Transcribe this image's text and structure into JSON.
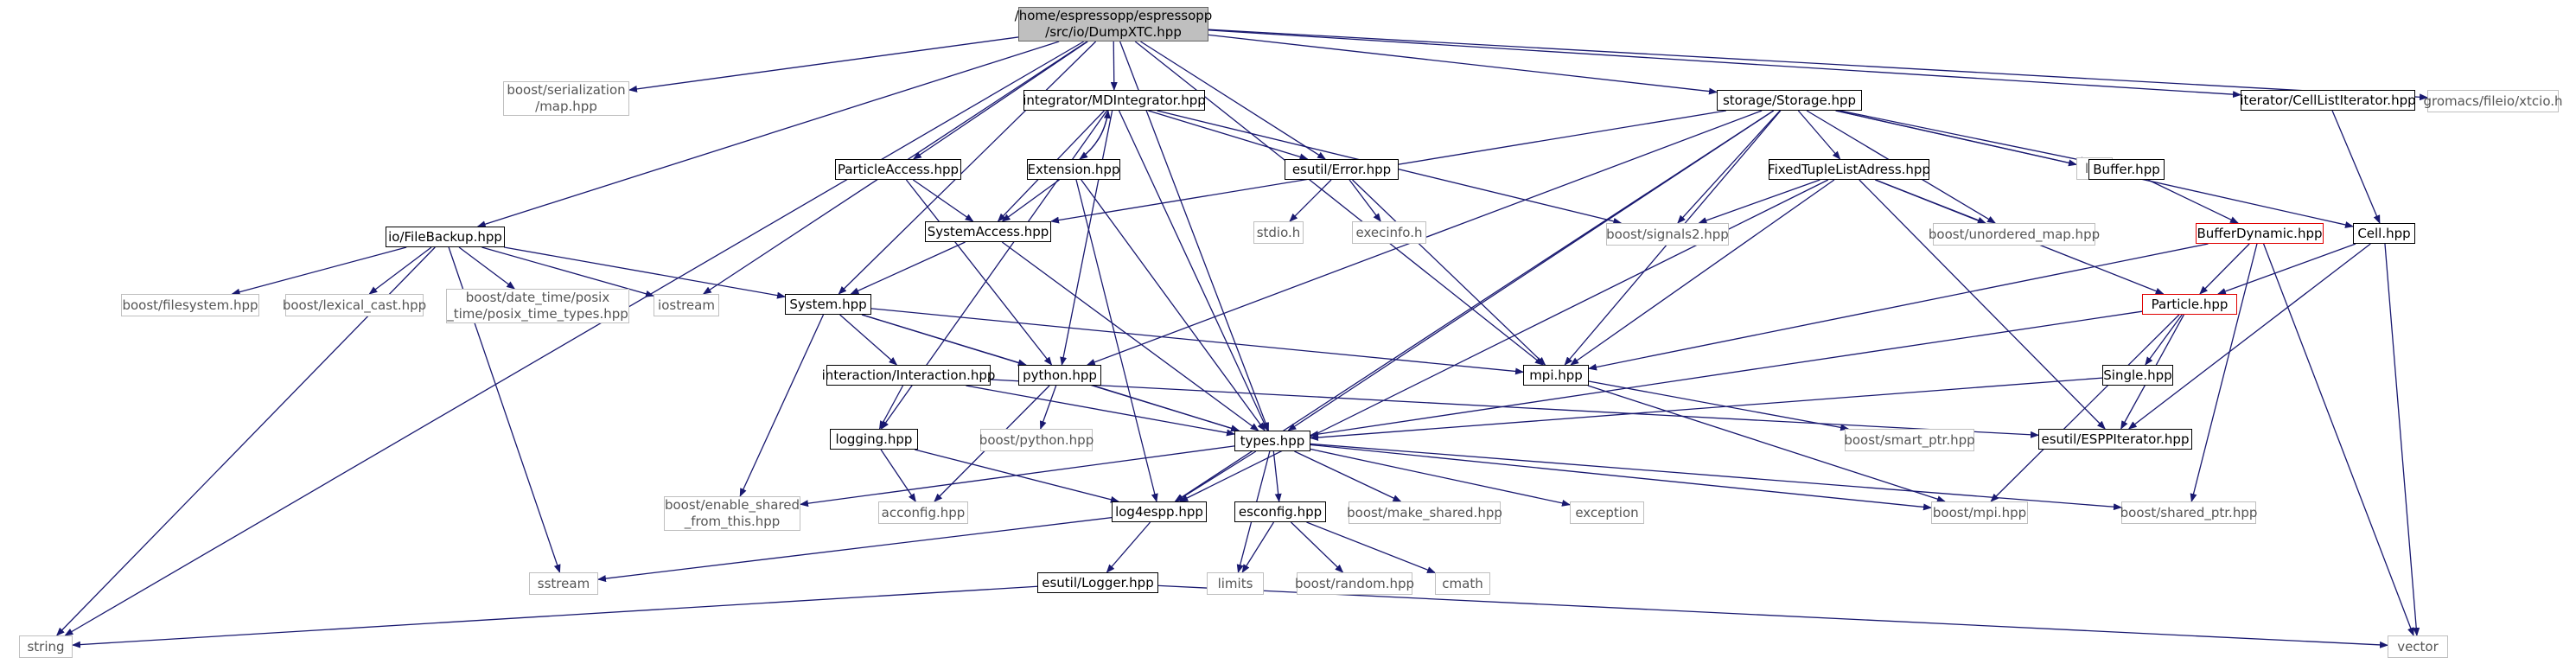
{
  "nodes": [
    {
      "id": "dumpxtc",
      "label": "/home/espressopp/espressopp\n/src/io/DumpXTC.hpp",
      "kind": "root"
    },
    {
      "id": "string",
      "label": "string",
      "kind": "ext"
    },
    {
      "id": "boost_serialization_map",
      "label": "boost/serialization\n/map.hpp",
      "kind": "ext"
    },
    {
      "id": "io_filebackup",
      "label": "io/FileBackup.hpp",
      "kind": "local"
    },
    {
      "id": "integrator_md",
      "label": "integrator/MDIntegrator.hpp",
      "kind": "local"
    },
    {
      "id": "particleaccess",
      "label": "ParticleAccess.hpp",
      "kind": "local"
    },
    {
      "id": "extension",
      "label": "Extension.hpp",
      "kind": "local"
    },
    {
      "id": "systemaccess",
      "label": "SystemAccess.hpp",
      "kind": "local"
    },
    {
      "id": "esutil_error",
      "label": "esutil/Error.hpp",
      "kind": "local"
    },
    {
      "id": "stdio",
      "label": "stdio.h",
      "kind": "ext"
    },
    {
      "id": "execinfo",
      "label": "execinfo.h",
      "kind": "ext"
    },
    {
      "id": "storage",
      "label": "storage/Storage.hpp",
      "kind": "local"
    },
    {
      "id": "fixedtuple",
      "label": "FixedTupleListAdress.hpp",
      "kind": "local"
    },
    {
      "id": "list",
      "label": "list",
      "kind": "ext"
    },
    {
      "id": "buffer",
      "label": "Buffer.hpp",
      "kind": "local"
    },
    {
      "id": "iterator_cell",
      "label": "iterator/CellListIterator.hpp",
      "kind": "local"
    },
    {
      "id": "gromacs",
      "label": "gromacs/fileio/xtcio.h",
      "kind": "ext"
    },
    {
      "id": "boost_signals2",
      "label": "boost/signals2.hpp",
      "kind": "ext"
    },
    {
      "id": "boost_unordered",
      "label": "boost/unordered_map.hpp",
      "kind": "ext"
    },
    {
      "id": "bufferdynamic",
      "label": "BufferDynamic.hpp",
      "kind": "red"
    },
    {
      "id": "cell",
      "label": "Cell.hpp",
      "kind": "local"
    },
    {
      "id": "particle",
      "label": "Particle.hpp",
      "kind": "red"
    },
    {
      "id": "boost_filesystem",
      "label": "boost/filesystem.hpp",
      "kind": "ext"
    },
    {
      "id": "boost_lexical",
      "label": "boost/lexical_cast.hpp",
      "kind": "ext"
    },
    {
      "id": "boost_datetime",
      "label": "boost/date_time/posix\n_time/posix_time_types.hpp",
      "kind": "ext"
    },
    {
      "id": "iostream",
      "label": "iostream",
      "kind": "ext"
    },
    {
      "id": "system",
      "label": "System.hpp",
      "kind": "local"
    },
    {
      "id": "interaction",
      "label": "interaction/Interaction.hpp",
      "kind": "local"
    },
    {
      "id": "python",
      "label": "python.hpp",
      "kind": "local"
    },
    {
      "id": "mpi",
      "label": "mpi.hpp",
      "kind": "local"
    },
    {
      "id": "single",
      "label": "Single.hpp",
      "kind": "local"
    },
    {
      "id": "logging",
      "label": "logging.hpp",
      "kind": "local"
    },
    {
      "id": "boost_python",
      "label": "boost/python.hpp",
      "kind": "ext"
    },
    {
      "id": "types",
      "label": "types.hpp",
      "kind": "local"
    },
    {
      "id": "boost_smart",
      "label": "boost/smart_ptr.hpp",
      "kind": "ext"
    },
    {
      "id": "espp_iterator",
      "label": "esutil/ESPPIterator.hpp",
      "kind": "local"
    },
    {
      "id": "boost_enable_shared",
      "label": "boost/enable_shared\n_from_this.hpp",
      "kind": "ext"
    },
    {
      "id": "acconfig",
      "label": "acconfig.hpp",
      "kind": "ext"
    },
    {
      "id": "log4espp",
      "label": "log4espp.hpp",
      "kind": "local"
    },
    {
      "id": "esconfig",
      "label": "esconfig.hpp",
      "kind": "local"
    },
    {
      "id": "boost_make_shared",
      "label": "boost/make_shared.hpp",
      "kind": "ext"
    },
    {
      "id": "exception",
      "label": "exception",
      "kind": "ext"
    },
    {
      "id": "boost_mpi",
      "label": "boost/mpi.hpp",
      "kind": "ext"
    },
    {
      "id": "boost_shared_ptr",
      "label": "boost/shared_ptr.hpp",
      "kind": "ext"
    },
    {
      "id": "sstream",
      "label": "sstream",
      "kind": "ext"
    },
    {
      "id": "limits",
      "label": "limits",
      "kind": "ext"
    },
    {
      "id": "boost_random",
      "label": "boost/random.hpp",
      "kind": "ext"
    },
    {
      "id": "cmath",
      "label": "cmath",
      "kind": "ext"
    },
    {
      "id": "esutil_logger",
      "label": "esutil/Logger.hpp",
      "kind": "local"
    },
    {
      "id": "vector",
      "label": "vector",
      "kind": "ext"
    }
  ],
  "edges": [
    [
      "dumpxtc",
      "string"
    ],
    [
      "dumpxtc",
      "boost_serialization_map"
    ],
    [
      "dumpxtc",
      "io_filebackup"
    ],
    [
      "dumpxtc",
      "integrator_md"
    ],
    [
      "dumpxtc",
      "particleaccess"
    ],
    [
      "dumpxtc",
      "system"
    ],
    [
      "dumpxtc",
      "iostream"
    ],
    [
      "dumpxtc",
      "esutil_error"
    ],
    [
      "dumpxtc",
      "types"
    ],
    [
      "dumpxtc",
      "storage"
    ],
    [
      "dumpxtc",
      "mpi"
    ],
    [
      "dumpxtc",
      "iterator_cell"
    ],
    [
      "dumpxtc",
      "gromacs"
    ],
    [
      "io_filebackup",
      "string"
    ],
    [
      "io_filebackup",
      "sstream"
    ],
    [
      "io_filebackup",
      "boost_filesystem"
    ],
    [
      "io_filebackup",
      "boost_lexical"
    ],
    [
      "io_filebackup",
      "boost_datetime"
    ],
    [
      "io_filebackup",
      "iostream"
    ],
    [
      "io_filebackup",
      "system"
    ],
    [
      "integrator_md",
      "extension"
    ],
    [
      "integrator_md",
      "systemaccess"
    ],
    [
      "integrator_md",
      "esutil_error"
    ],
    [
      "integrator_md",
      "boost_signals2"
    ],
    [
      "integrator_md",
      "python"
    ],
    [
      "integrator_md",
      "logging"
    ],
    [
      "integrator_md",
      "types"
    ],
    [
      "particleaccess",
      "systemaccess"
    ],
    [
      "particleaccess",
      "python"
    ],
    [
      "extension",
      "integrator_md"
    ],
    [
      "extension",
      "systemaccess"
    ],
    [
      "extension",
      "types"
    ],
    [
      "extension",
      "log4espp"
    ],
    [
      "systemaccess",
      "system"
    ],
    [
      "systemaccess",
      "types"
    ],
    [
      "esutil_error",
      "stdio"
    ],
    [
      "esutil_error",
      "execinfo"
    ],
    [
      "esutil_error",
      "mpi"
    ],
    [
      "storage",
      "systemaccess"
    ],
    [
      "storage",
      "python"
    ],
    [
      "storage",
      "fixedtuple"
    ],
    [
      "storage",
      "boost_signals2"
    ],
    [
      "storage",
      "boost_unordered"
    ],
    [
      "storage",
      "list"
    ],
    [
      "storage",
      "buffer"
    ],
    [
      "storage",
      "cell"
    ],
    [
      "storage",
      "mpi"
    ],
    [
      "storage",
      "types"
    ],
    [
      "storage",
      "log4espp"
    ],
    [
      "fixedtuple",
      "boost_signals2"
    ],
    [
      "fixedtuple",
      "boost_unordered"
    ],
    [
      "fixedtuple",
      "mpi"
    ],
    [
      "fixedtuple",
      "particle"
    ],
    [
      "fixedtuple",
      "espp_iterator"
    ],
    [
      "fixedtuple",
      "log4espp"
    ],
    [
      "buffer",
      "bufferdynamic"
    ],
    [
      "bufferdynamic",
      "mpi"
    ],
    [
      "bufferdynamic",
      "particle"
    ],
    [
      "bufferdynamic",
      "boost_shared_ptr"
    ],
    [
      "bufferdynamic",
      "vector"
    ],
    [
      "iterator_cell",
      "cell"
    ],
    [
      "cell",
      "particle"
    ],
    [
      "cell",
      "espp_iterator"
    ],
    [
      "cell",
      "vector"
    ],
    [
      "particle",
      "types"
    ],
    [
      "particle",
      "single"
    ],
    [
      "particle",
      "espp_iterator"
    ],
    [
      "particle",
      "boost_mpi"
    ],
    [
      "system",
      "interaction"
    ],
    [
      "system",
      "python"
    ],
    [
      "system",
      "mpi"
    ],
    [
      "system",
      "types"
    ],
    [
      "system",
      "boost_enable_shared"
    ],
    [
      "interaction",
      "logging"
    ],
    [
      "interaction",
      "types"
    ],
    [
      "interaction",
      "espp_iterator"
    ],
    [
      "python",
      "boost_python"
    ],
    [
      "python",
      "acconfig"
    ],
    [
      "python",
      "types"
    ],
    [
      "logging",
      "acconfig"
    ],
    [
      "logging",
      "log4espp"
    ],
    [
      "mpi",
      "boost_smart"
    ],
    [
      "mpi",
      "boost_mpi"
    ],
    [
      "single",
      "types"
    ],
    [
      "types",
      "boost_enable_shared"
    ],
    [
      "types",
      "log4espp"
    ],
    [
      "types",
      "esconfig"
    ],
    [
      "types",
      "limits"
    ],
    [
      "types",
      "boost_make_shared"
    ],
    [
      "types",
      "exception"
    ],
    [
      "types",
      "boost_mpi"
    ],
    [
      "types",
      "boost_shared_ptr"
    ],
    [
      "log4espp",
      "sstream"
    ],
    [
      "log4espp",
      "esutil_logger"
    ],
    [
      "esconfig",
      "limits"
    ],
    [
      "esconfig",
      "boost_random"
    ],
    [
      "esconfig",
      "cmath"
    ],
    [
      "esutil_logger",
      "string"
    ],
    [
      "esutil_logger",
      "vector"
    ]
  ]
}
